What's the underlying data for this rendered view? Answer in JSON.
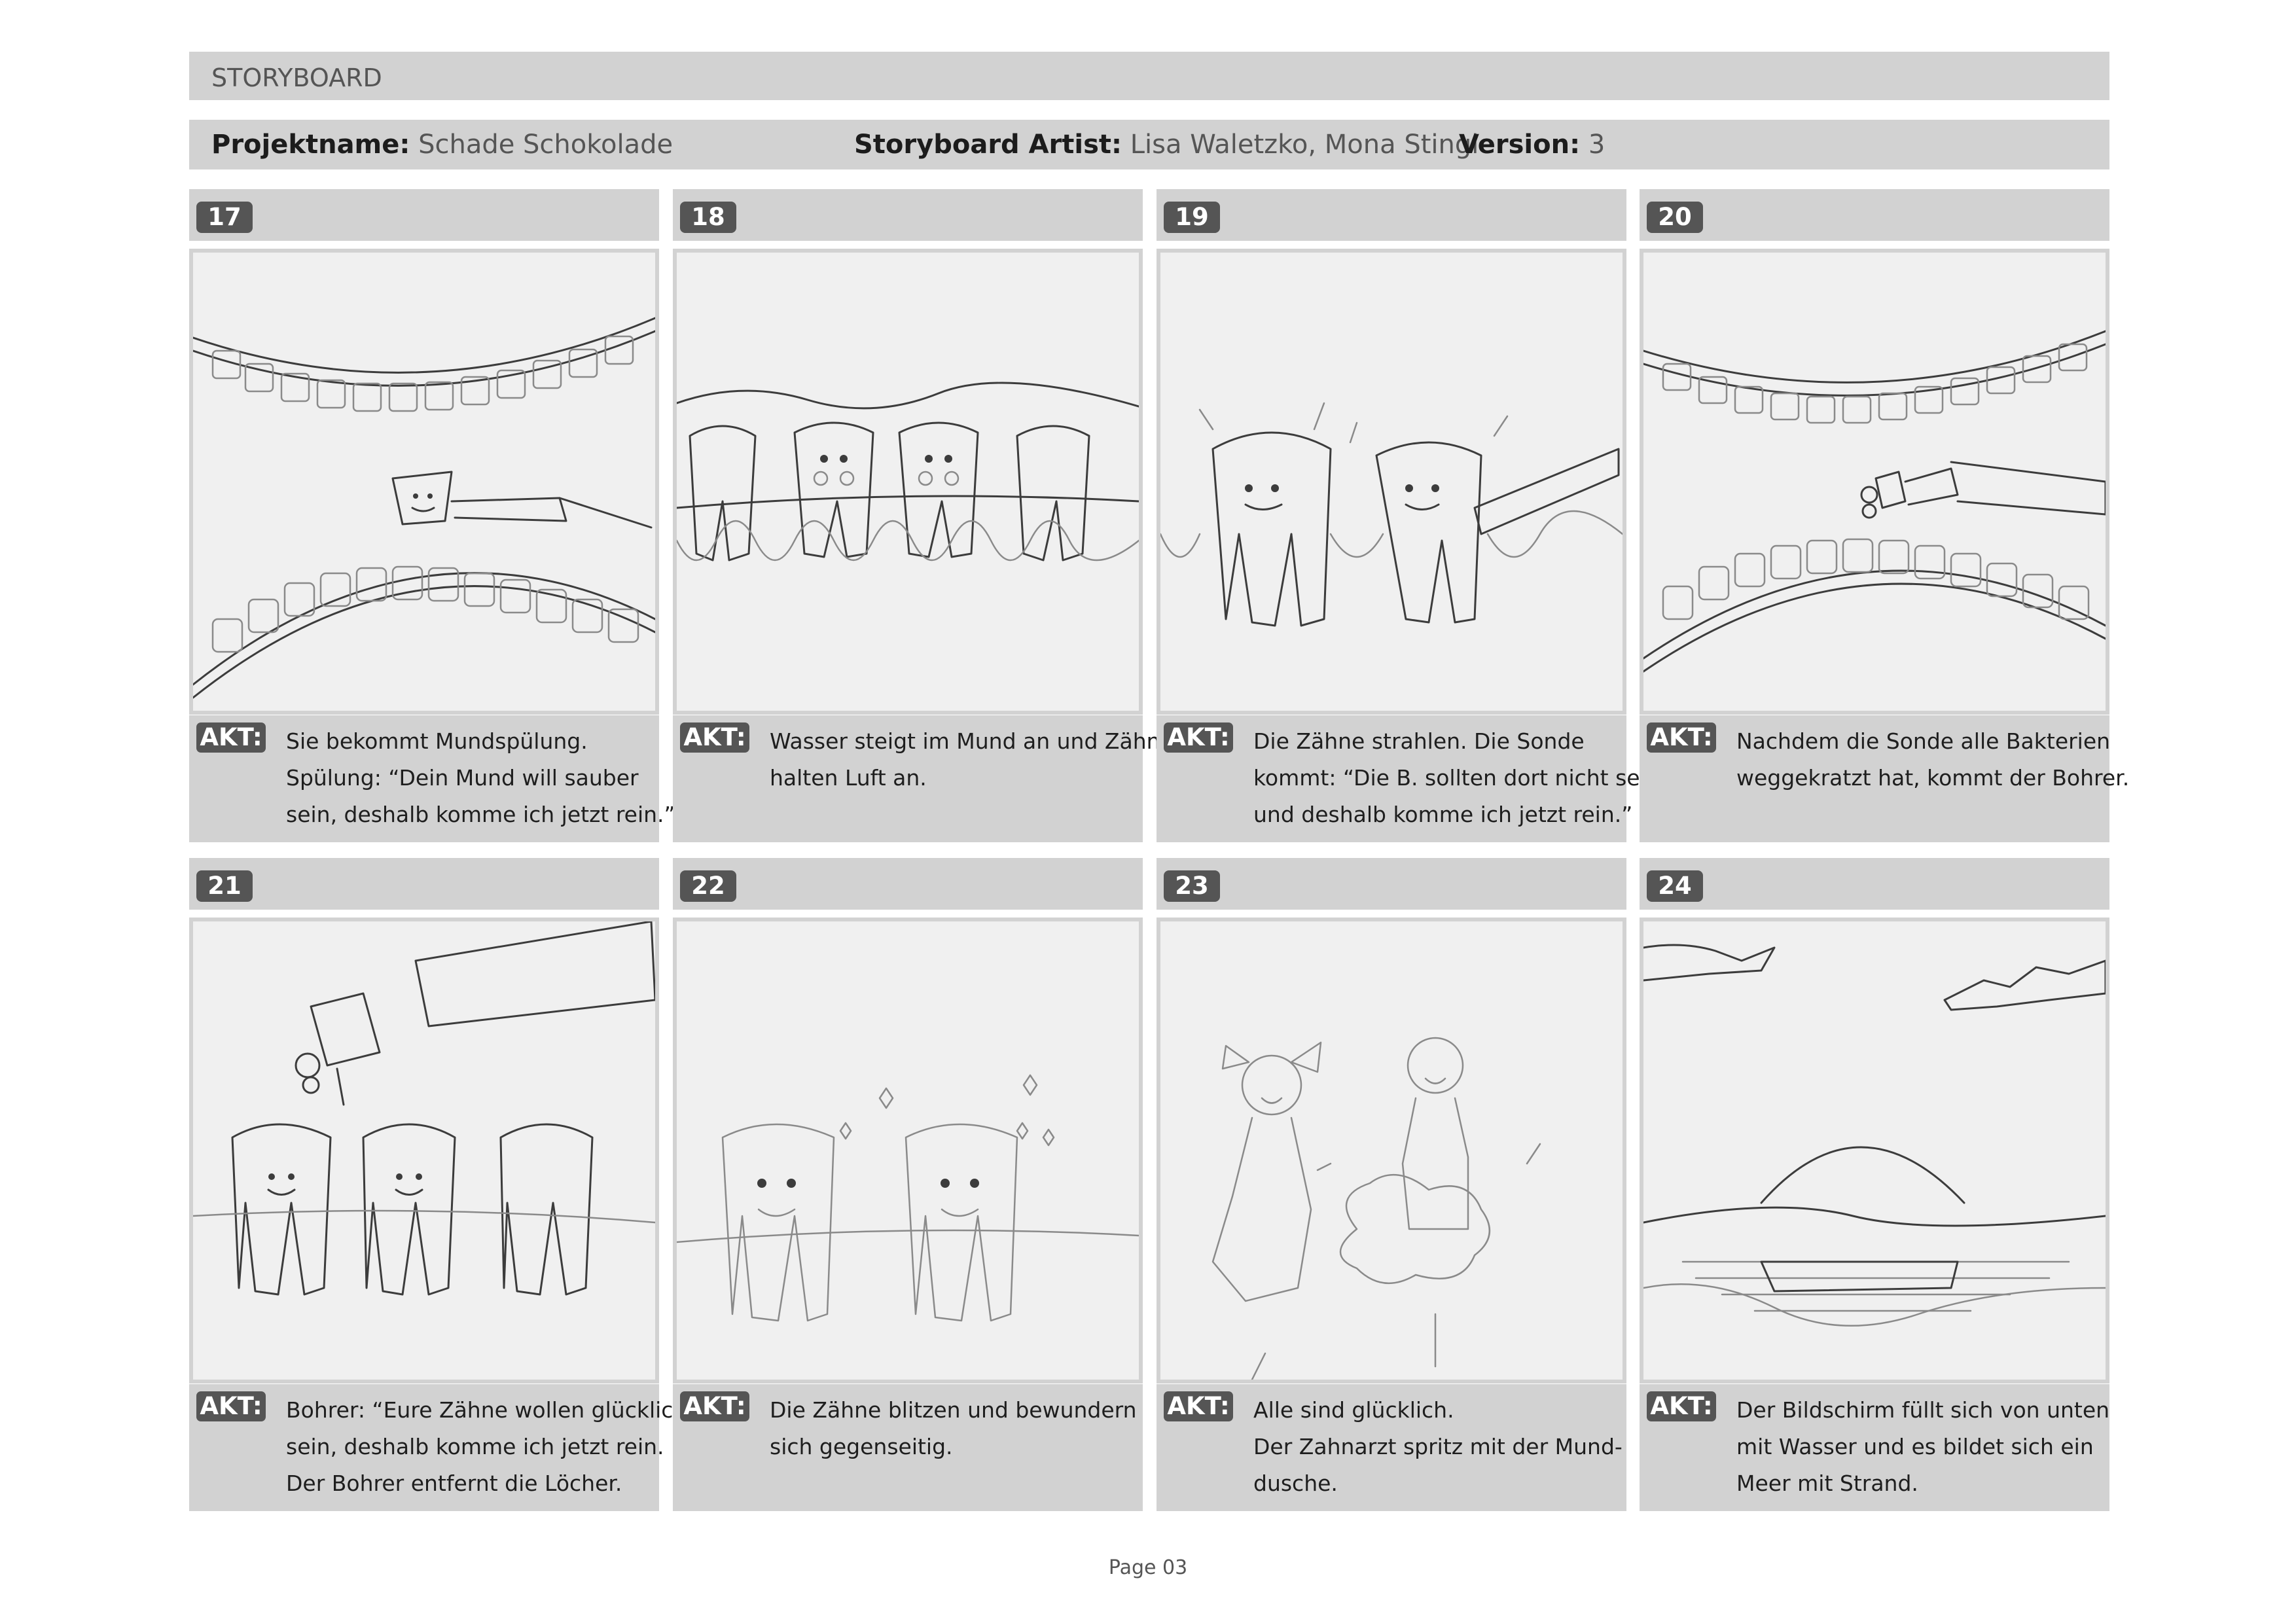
{
  "header": {
    "doc_type": "STORYBOARD",
    "project_label": "Projektname:",
    "project_value": "Schade Schokolade",
    "artist_label": "Storyboard Artist:",
    "artist_value": "Lisa Waletzko, Mona Stingl",
    "version_label": "Version:",
    "version_value": "3"
  },
  "akt_label": "AKT:",
  "frames": [
    {
      "number": "17",
      "caption": [
        "Sie bekommt Mundspülung.",
        "Spülung: “Dein Mund will sauber",
        "sein, deshalb komme ich jetzt rein.”"
      ]
    },
    {
      "number": "18",
      "caption": [
        "Wasser steigt im Mund an und Zähne",
        "halten Luft an."
      ]
    },
    {
      "number": "19",
      "caption": [
        "Die Zähne strahlen. Die Sonde",
        "kommt: “Die B. sollten dort nicht sein,",
        "und deshalb komme ich jetzt rein.”"
      ]
    },
    {
      "number": "20",
      "caption": [
        "Nachdem die Sonde alle Bakterien",
        "weggekratzt hat, kommt der Bohrer."
      ]
    },
    {
      "number": "21",
      "caption": [
        "Bohrer: “Eure Zähne wollen glücklich",
        "sein, deshalb komme ich jetzt rein.",
        "Der Bohrer entfernt die Löcher."
      ]
    },
    {
      "number": "22",
      "caption": [
        "Die Zähne blitzen und bewundern",
        "sich gegenseitig."
      ]
    },
    {
      "number": "23",
      "caption": [
        "Alle sind glücklich.",
        "Der Zahnarzt spritz mit der Mund-",
        "dusche."
      ]
    },
    {
      "number": "24",
      "caption": [
        "Der Bildschirm füllt sich von unten",
        "mit Wasser und es bildet sich ein",
        "Meer mit Strand."
      ]
    }
  ],
  "footer": {
    "page": "Page 03"
  }
}
